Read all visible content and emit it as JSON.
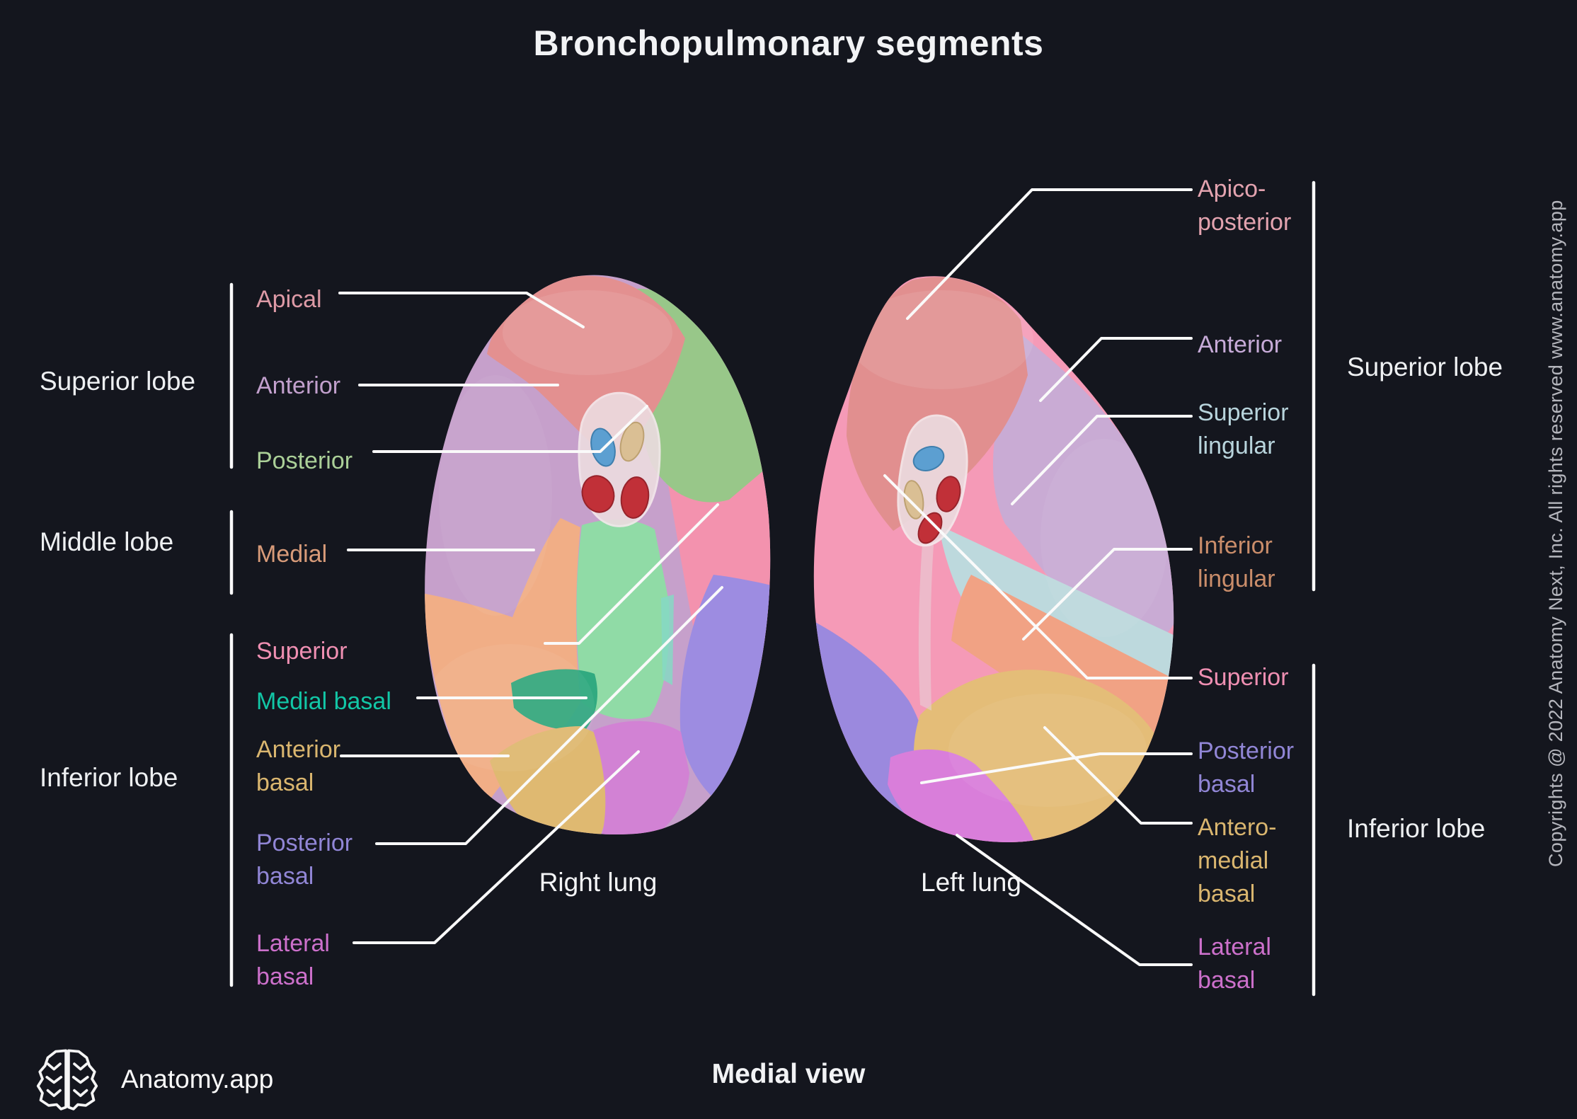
{
  "title": "Bronchopulmonary segments",
  "view_label": "Medial view",
  "brand": {
    "name": "Anatomy.app"
  },
  "copyright": "Copyrights @ 2022 Anatomy Next, Inc. All rights reserved www.anatomy.app",
  "background_color": "#14161e",
  "lung_titles": {
    "right": "Right lung",
    "left": "Left lung"
  },
  "left_panel": {
    "lobes": [
      {
        "label": "Superior lobe"
      },
      {
        "label": "Middle lobe"
      },
      {
        "label": "Inferior lobe"
      }
    ],
    "segments": [
      {
        "label": "Apical",
        "color": "#dd9aa6"
      },
      {
        "label": "Anterior",
        "color": "#c2a0cd"
      },
      {
        "label": "Posterior",
        "color": "#abd098"
      },
      {
        "label": "Medial",
        "color": "#d89b79"
      },
      {
        "label": "Superior",
        "color": "#ef8fb2"
      },
      {
        "label": "Medial basal",
        "color": "#12c6a6"
      },
      {
        "label": "Anterior basal",
        "color": "#dab66f"
      },
      {
        "label": "Posterior basal",
        "color": "#9186d6"
      },
      {
        "label": "Lateral basal",
        "color": "#cc70cb"
      }
    ]
  },
  "right_panel": {
    "lobes": [
      {
        "label": "Superior lobe"
      },
      {
        "label": "Inferior lobe"
      }
    ],
    "segments": [
      {
        "label": "Apico-posterior",
        "color": "#e3a3af"
      },
      {
        "label": "Anterior",
        "color": "#c7abd8"
      },
      {
        "label": "Superior lingular",
        "color": "#b8d4dc"
      },
      {
        "label": "Inferior lingular",
        "color": "#ca8d6a"
      },
      {
        "label": "Superior",
        "color": "#ef8fb2"
      },
      {
        "label": "Posterior basal",
        "color": "#9186d6"
      },
      {
        "label": "Antero-medial basal",
        "color": "#dab66f"
      },
      {
        "label": "Lateral basal",
        "color": "#cc70cb"
      }
    ]
  },
  "segment_fills": {
    "right_lung": {
      "anterior": "#c6a0cb",
      "superior": "#f392ae",
      "posterior": "#98c789",
      "apical": "#e39090",
      "medial": "#f1ae86",
      "medial_basal": "#90dba6",
      "medial_basal_dark": "#2ca87d",
      "teal_strip": "#86d8c4",
      "anterior_basal": "#dfb971",
      "lateral_basal": "#d282d4",
      "posterior_basal": "#9d8ce1"
    },
    "left_lung": {
      "superior": "#f59ab7",
      "anterior": "#c9abd4",
      "apico_posterior": "#e18f8f",
      "superior_lingular": "#bdd9dd",
      "inferior_lingular": "#f1a284",
      "posterior_basal": "#9b89de",
      "antero_medial_basal": "#e4bd78",
      "lateral_basal": "#d97eda"
    },
    "hilum": {
      "base": "#ecdce0",
      "outline": "#f6ebee",
      "artery": "#5c9fd1",
      "vein": "#c13038",
      "bronchus": "#dabf94",
      "tail": "#e5d5da"
    }
  }
}
